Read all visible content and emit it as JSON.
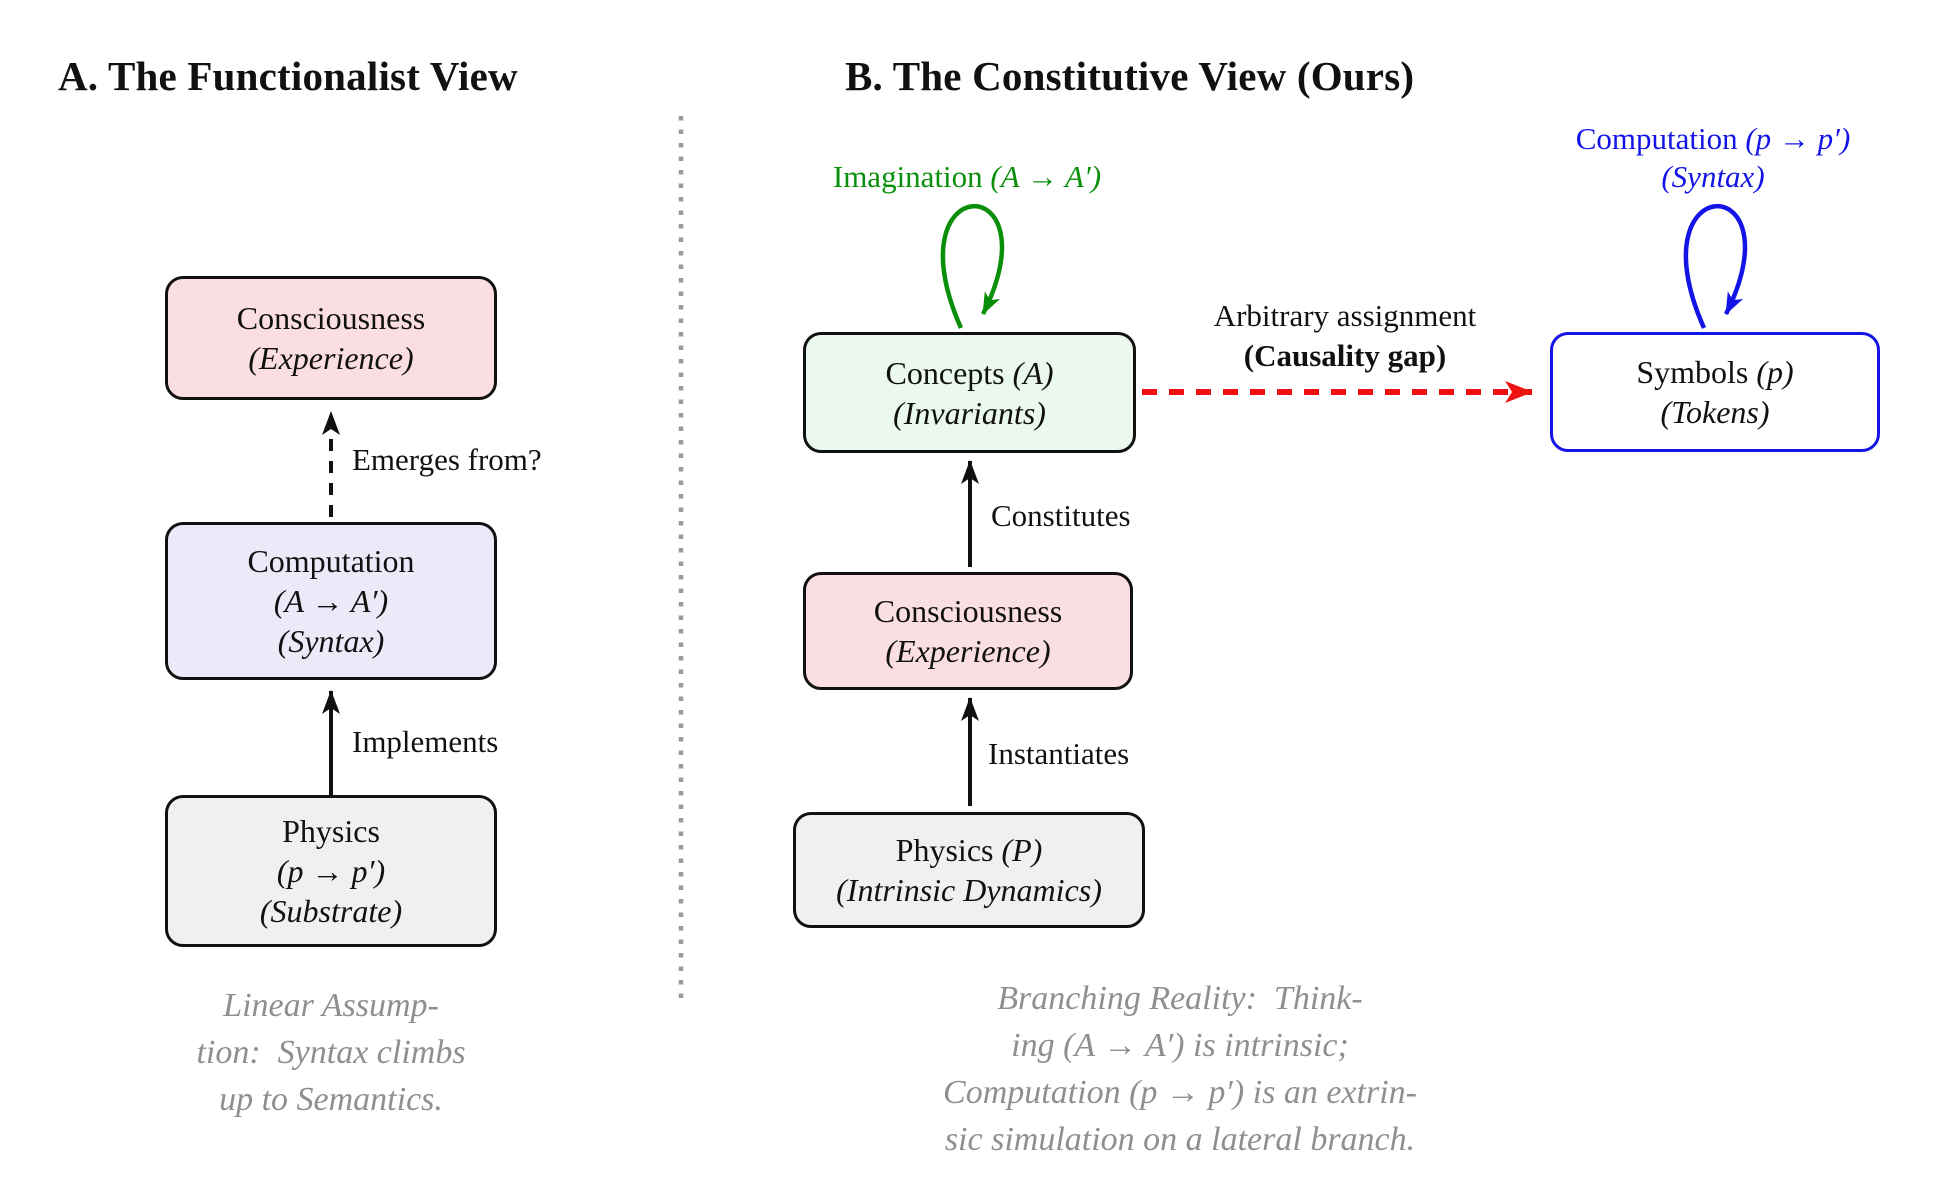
{
  "panel_a": {
    "title": "A. The Functionalist View",
    "boxes": {
      "consciousness": {
        "line1": "Consciousness",
        "line2": "(Experience)"
      },
      "computation": {
        "line1": "Computation",
        "line2": "(A → A′)",
        "line3": "(Syntax)"
      },
      "physics": {
        "line1": "Physics",
        "line2": "(p → p′)",
        "line3": "(Substrate)"
      }
    },
    "edges": {
      "emerges": "Emerges from?",
      "implements": "Implements"
    },
    "caption": {
      "line1": "Linear Assump-",
      "line2": "tion:  Syntax climbs",
      "line3": "up to Semantics."
    }
  },
  "panel_b": {
    "title": "B. The Constitutive View (Ours)",
    "imagination_label": {
      "main": "Imagination ",
      "math": "(A → A′)"
    },
    "computation_label": {
      "main": "Computation ",
      "math": "(p → p′)",
      "sub": "(Syntax)"
    },
    "boxes": {
      "concepts": {
        "main": "Concepts ",
        "math": "(A)",
        "line2": "(Invariants)"
      },
      "symbols": {
        "main": "Symbols ",
        "math": "(p)",
        "line2": "(Tokens)"
      },
      "consciousness": {
        "line1": "Consciousness",
        "line2": "(Experience)"
      },
      "physics": {
        "main": "Physics ",
        "math": "(P)",
        "line2": "(Intrinsic Dynamics)"
      }
    },
    "edges": {
      "constitutes": "Constitutes",
      "instantiates": "Instantiates",
      "arbitrary_line1": "Arbitrary assignment",
      "arbitrary_line2": "(Causality gap)"
    },
    "caption": {
      "line1": "Branching Reality:  Think-",
      "line2": "ing (A → A′) is intrinsic;",
      "line3": "Computation (p → p′) is an extrin-",
      "line4": "sic simulation on a lateral branch."
    }
  },
  "colors": {
    "green": "#0a8f0a",
    "blue": "#1414e6",
    "red": "#ee1111",
    "pink_fill": "#fbdee1",
    "lavender_fill": "#eaeaf9",
    "gray_fill": "#f0f0f0",
    "green_fill": "#eaf8ee",
    "caption_gray": "#8f8f8f",
    "divider_gray": "#999999"
  }
}
